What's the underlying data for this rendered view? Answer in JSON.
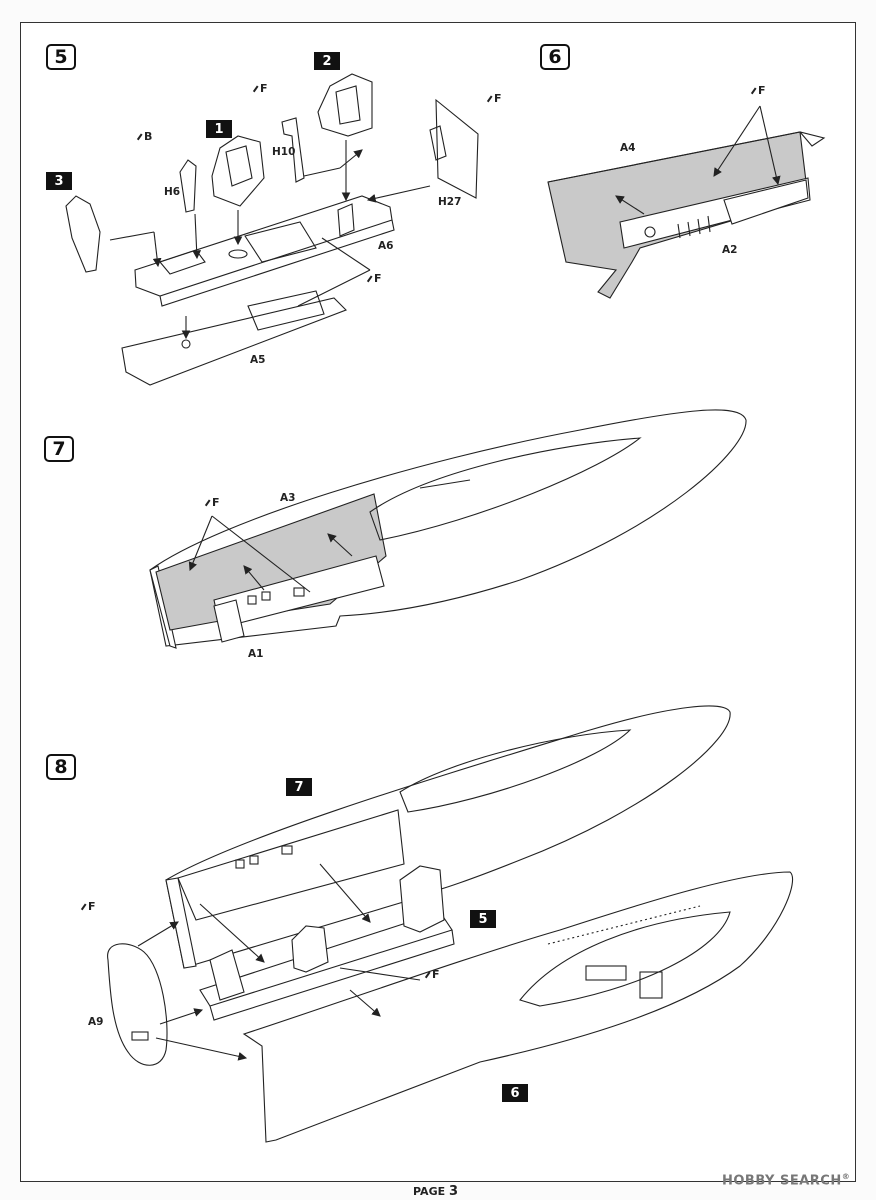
{
  "steps": [
    {
      "id": "5"
    },
    {
      "id": "6"
    },
    {
      "id": "7"
    },
    {
      "id": "8"
    }
  ],
  "sub_steps": {
    "s5_1": "1",
    "s5_2": "2",
    "s5_3": "3",
    "s8_7": "7",
    "s8_5": "5",
    "s8_6": "6"
  },
  "parts": {
    "h6": "H6",
    "h10": "H10",
    "h27": "H27",
    "a6": "A6",
    "a5": "A5",
    "a4": "A4",
    "a2": "A2",
    "a3": "A3",
    "a1": "A1",
    "a9": "A9"
  },
  "paint_codes": {
    "s5_b": "B",
    "s5_f1": "F",
    "s5_f2": "F",
    "s5_f3": "F",
    "s6_f": "F",
    "s7_f": "F",
    "s8_f1": "F",
    "s8_f2": "F"
  },
  "footer": {
    "label": "PAGE",
    "number": "3"
  },
  "watermark": {
    "text": "HOBBY SEARCH",
    "mark": "®"
  },
  "colors": {
    "ink": "#222222",
    "fill_grey": "#c9c9c9",
    "frame": "#333333"
  }
}
